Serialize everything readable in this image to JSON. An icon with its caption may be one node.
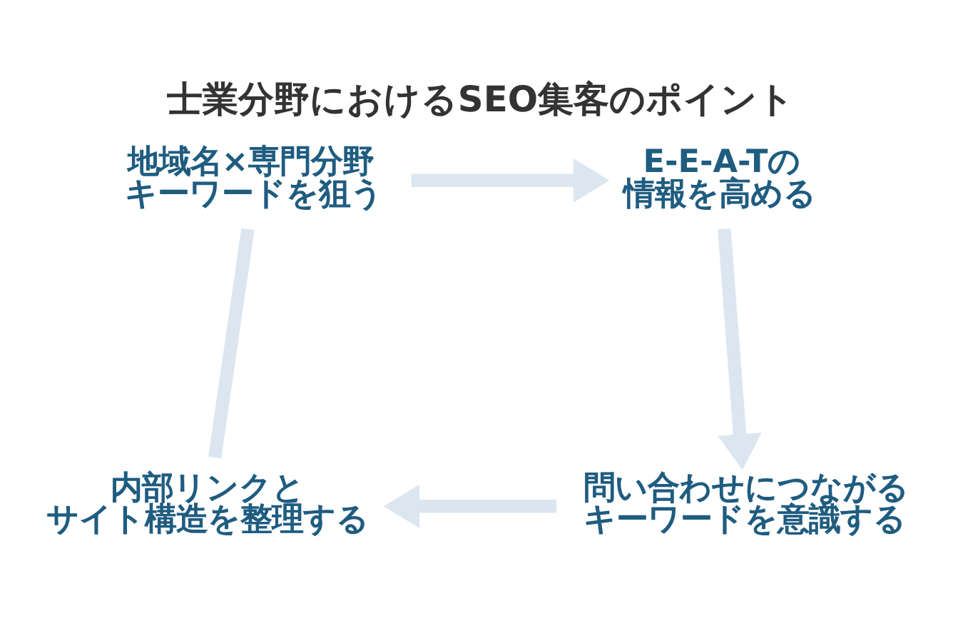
{
  "diagram": {
    "title": "士業分野におけるSEO集客のポイント",
    "nodes": [
      {
        "text": [
          "地域名×専門分野キーワードを狙う"
        ]
      },
      {
        "text": [
          "E-E-A-Tの情報を高める"
        ]
      },
      {
        "text": [
          "内部リンクとサイト構造を整理する"
        ]
      },
      {
        "text": [
          "問い合わせにつながるキーワードを意識する"
        ]
      }
    ],
    "edges": [
      {
        "from": 0,
        "to": 1,
        "arrow": "to"
      },
      {
        "from": 1,
        "to": 3,
        "arrow": "to"
      },
      {
        "from": 3,
        "to": 2,
        "arrow": "to"
      },
      {
        "from": 2,
        "to": 0,
        "arrow": "none"
      }
    ]
  }
}
